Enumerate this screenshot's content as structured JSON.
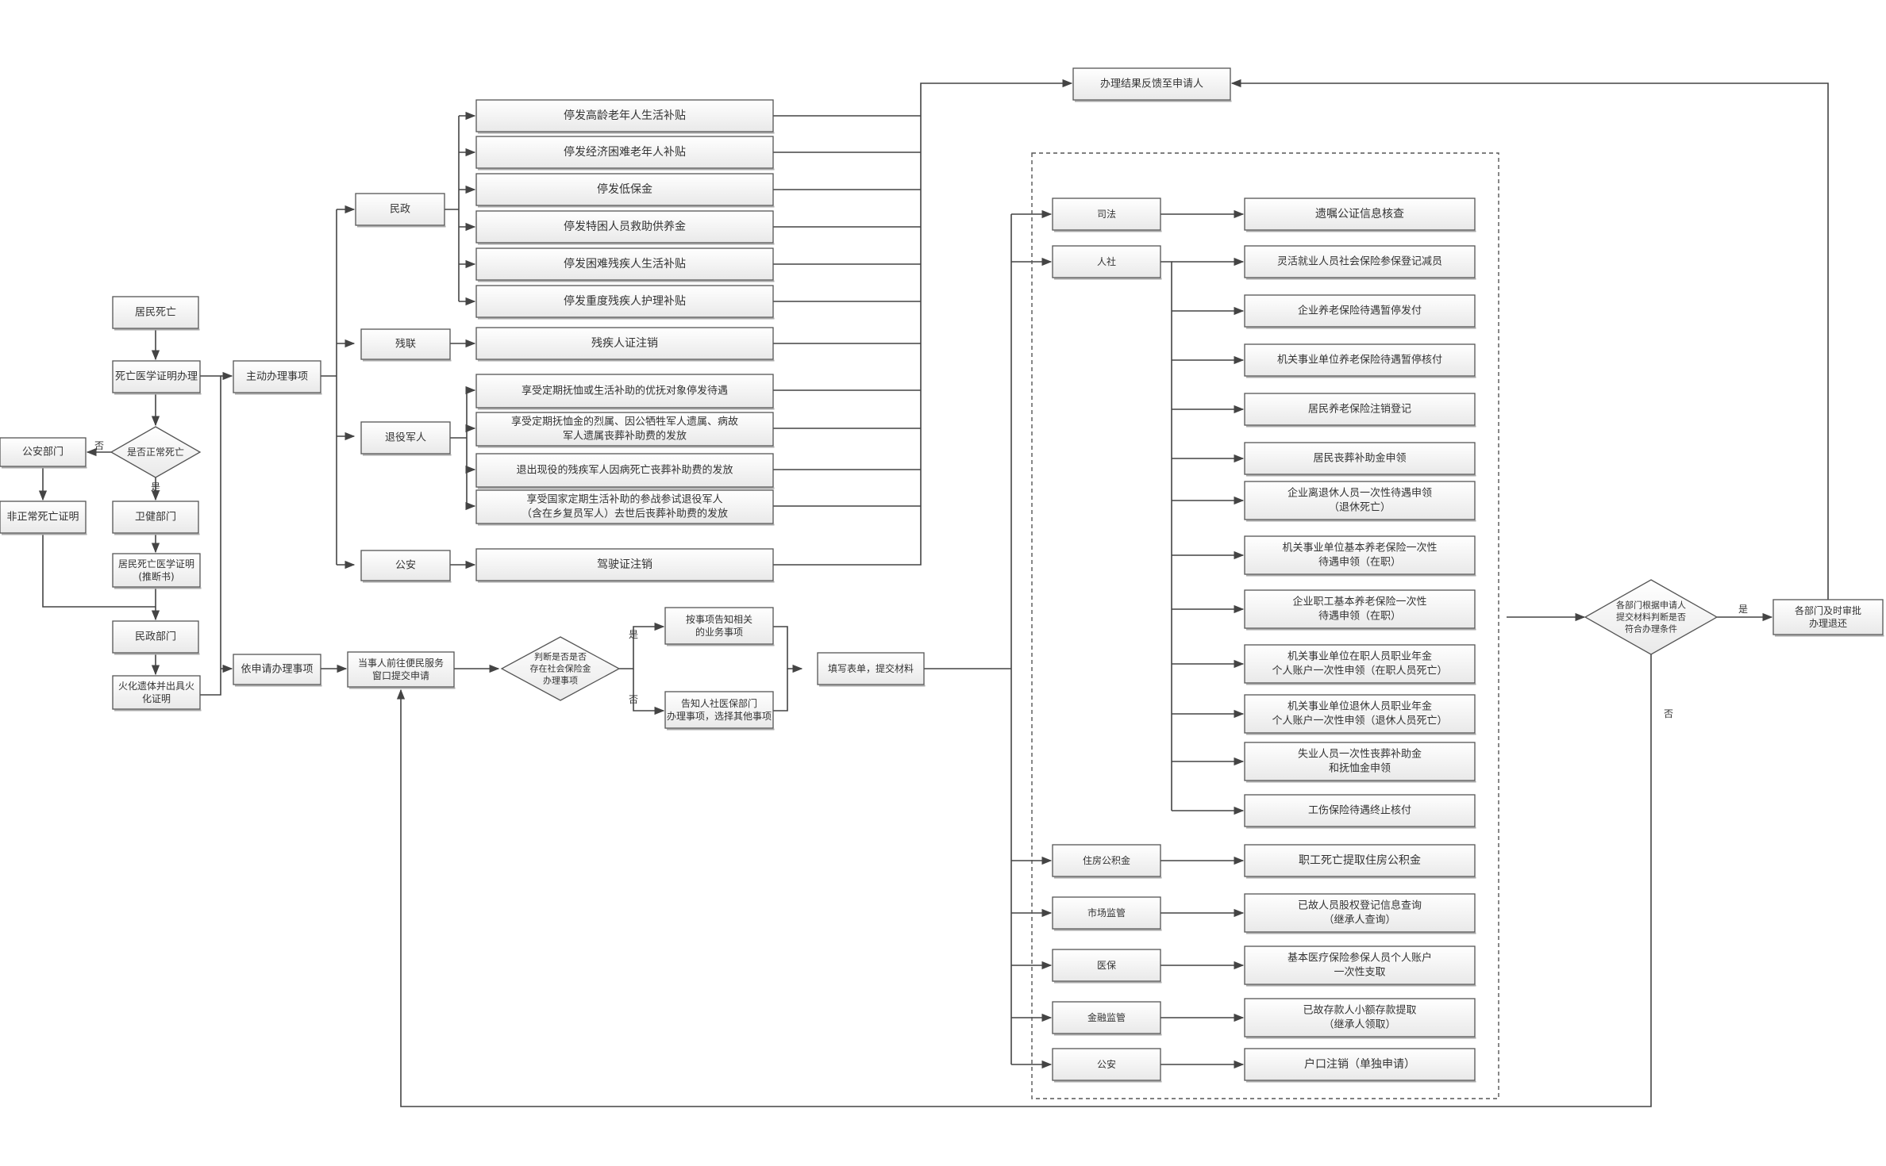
{
  "nodes": {
    "jumin": "居民死亡",
    "yiliao": "死亡医学证明办理",
    "zhengchang": "是否正常死亡",
    "gongan_left": "公安部门",
    "feizhengchang": "非正常死亡证明",
    "sanji": "卫健部门",
    "siwang_zhengming": [
      "居民死亡医学证明",
      "(推断书)"
    ],
    "minzheng_left": "民政部门",
    "huohua": [
      "火化遗体并出具火",
      "化证明"
    ],
    "zhudong": "主动办理事项",
    "yishenqing": "依申请办理事项",
    "dangshiren": [
      "当事人前往便民服务",
      "窗口提交申请"
    ],
    "panduan": [
      "判断是否是否",
      "存在社会保险金",
      "办理事项"
    ],
    "yes": "是",
    "no": "否",
    "you": [
      "按事项告知相关",
      "的业务事项"
    ],
    "wu": [
      "告知人社医保部门",
      "办理事项，选择其他事项"
    ],
    "tianbiao": "填写表单，提交材料",
    "minzheng": "民政",
    "canlian": "残联",
    "tuiyi": "退役军人",
    "gongan_mid": "公安",
    "mz_items": [
      "停发高龄老年人生活补贴",
      "停发经济困难老年人补贴",
      "停发低保金",
      "停发特困人员救助供养金",
      "停发困难残疾人生活补贴",
      "停发重度残疾人护理补贴"
    ],
    "cl_item": "残疾人证注销",
    "ty_items": [
      [
        "享受定期抚恤或生活补助的优抚对象停发待遇"
      ],
      [
        "享受定期抚恤金的烈属、因公牺牲军人遗属、病故",
        "军人遗属丧葬补助费的发放"
      ],
      [
        "退出现役的残疾军人因病死亡丧葬补助费的发放"
      ],
      [
        "享受国家定期生活补助的参战参试退役军人",
        "（含在乡复员军人）去世后丧葬补助费的发放"
      ]
    ],
    "ga_item": "驾驶证注销",
    "top_box": "办理结果反馈至申请人",
    "sifa": "司法",
    "renshe": "人社",
    "zhufang": "住房公积金",
    "shichang": "市场监管",
    "yibao": "医保",
    "jinrong": "金融监管",
    "gongan_right": "公安",
    "sf_item": "遗嘱公证信息核查",
    "rs_items": [
      [
        "灵活就业人员社会保险参保登记减员"
      ],
      [
        "企业养老保险待遇暂停发付"
      ],
      [
        "机关事业单位养老保险待遇暂停核付"
      ],
      [
        "居民养老保险注销登记"
      ],
      [
        "居民丧葬补助金申领"
      ],
      [
        "企业离退休人员一次性待遇申领",
        "（退休死亡）"
      ],
      [
        "机关事业单位基本养老保险一次性",
        "待遇申领（在职）"
      ],
      [
        "企业职工基本养老保险一次性",
        "待遇申领（在职）"
      ],
      [
        "机关事业单位在职人员职业年金",
        "个人账户一次性申领（在职人员死亡）"
      ],
      [
        "机关事业单位退休人员职业年金",
        "个人账户一次性申领（退休人员死亡）"
      ],
      [
        "失业人员一次性丧葬补助金",
        "和抚恤金申领"
      ],
      [
        "工伤保险待遇终止核付"
      ]
    ],
    "zf_item": "职工死亡提取住房公积金",
    "sc_item": [
      "已故人员股权登记信息查询",
      "（继承人查询）"
    ],
    "yb_item": [
      "基本医疗保险参保人员个人账户",
      "一次性支取"
    ],
    "jr_item": [
      "已故存款人小额存款提取",
      "（继承人领取）"
    ],
    "ga_item2": "户口注销（单独申请）",
    "shenhe": [
      "各部门根据申请人",
      "提交材料判断是否",
      "符合办理条件"
    ],
    "banli": [
      "各部门及时审批",
      "办理退还"
    ],
    "shi": "是",
    "fou": "否"
  }
}
